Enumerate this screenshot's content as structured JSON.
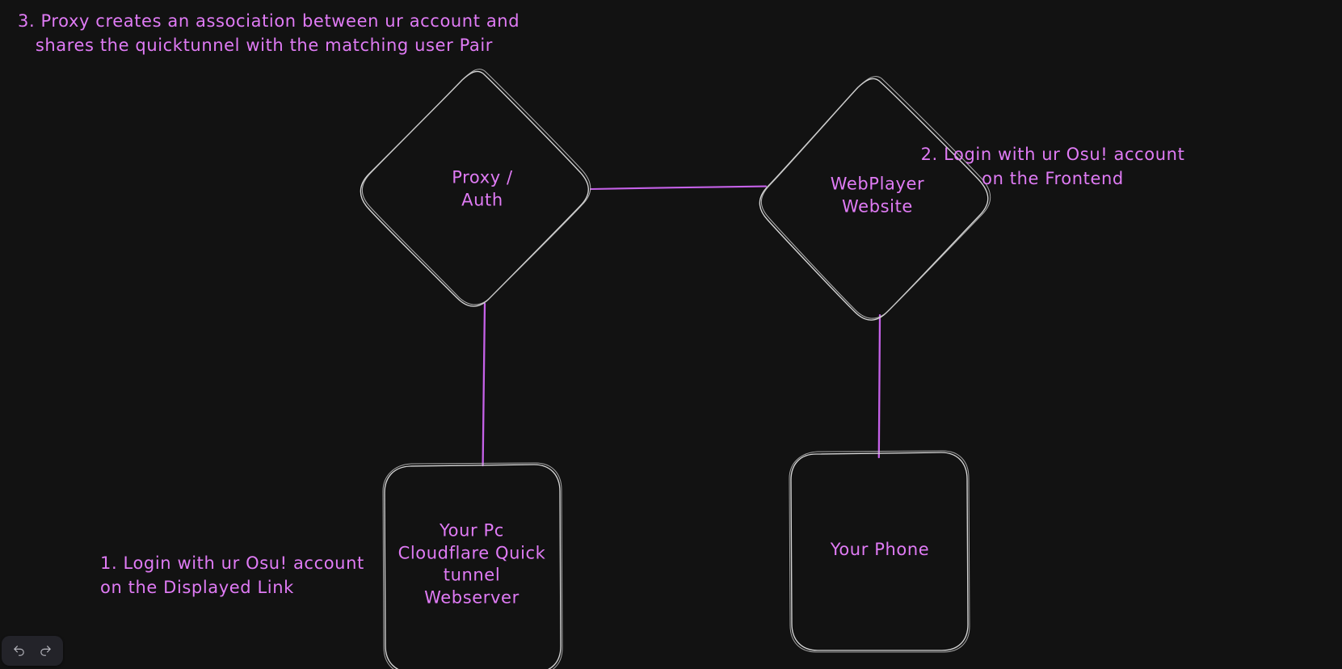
{
  "canvas": {
    "background_color": "#121212",
    "stroke_color": "#d6d6d6",
    "text_color": "#e07bf5",
    "connector_color": "#c561e8"
  },
  "nodes": [
    {
      "id": "proxy-auth",
      "shape": "diamond",
      "label_lines": [
        "Proxy /",
        "Auth"
      ],
      "label": "Proxy /\nAuth"
    },
    {
      "id": "webplayer-website",
      "shape": "diamond",
      "label_lines": [
        "WebPlayer",
        "Website"
      ],
      "label": "WebPlayer\nWebsite"
    },
    {
      "id": "your-pc",
      "shape": "rounded-rectangle",
      "label_lines": [
        "Your Pc",
        "Cloudflare Quick",
        "tunnel",
        "Webserver"
      ],
      "label": "Your Pc\nCloudflare Quick\ntunnel\nWebserver"
    },
    {
      "id": "your-phone",
      "shape": "rounded-rectangle",
      "label_lines": [
        "Your Phone"
      ],
      "label": "Your Phone"
    }
  ],
  "connectors": [
    {
      "id": "proxy-to-webplayer",
      "from": "proxy-auth",
      "to": "webplayer-website",
      "orientation": "horizontal"
    },
    {
      "id": "proxy-to-pc",
      "from": "proxy-auth",
      "to": "your-pc",
      "orientation": "vertical"
    },
    {
      "id": "webplayer-to-phone",
      "from": "webplayer-website",
      "to": "your-phone",
      "orientation": "vertical"
    }
  ],
  "annotations": [
    {
      "id": "step-3",
      "lines": [
        "3. Proxy creates an association between ur account and",
        "   shares the quicktunnel with the matching user Pair"
      ],
      "text": "3. Proxy creates an association between ur account and\n   shares the quicktunnel with the matching user Pair"
    },
    {
      "id": "step-2",
      "lines": [
        "2. Login with ur Osu! account",
        "on the Frontend"
      ],
      "text": "2. Login with ur Osu! account\non the Frontend"
    },
    {
      "id": "step-1",
      "lines": [
        "1. Login with ur Osu! account",
        "on the Displayed Link"
      ],
      "text": "1. Login with ur Osu! account\non the Displayed Link"
    }
  ],
  "toolbar": {
    "undo_label": "Undo",
    "redo_label": "Redo",
    "undo_icon": "undo-arrow-icon",
    "redo_icon": "redo-arrow-icon"
  }
}
